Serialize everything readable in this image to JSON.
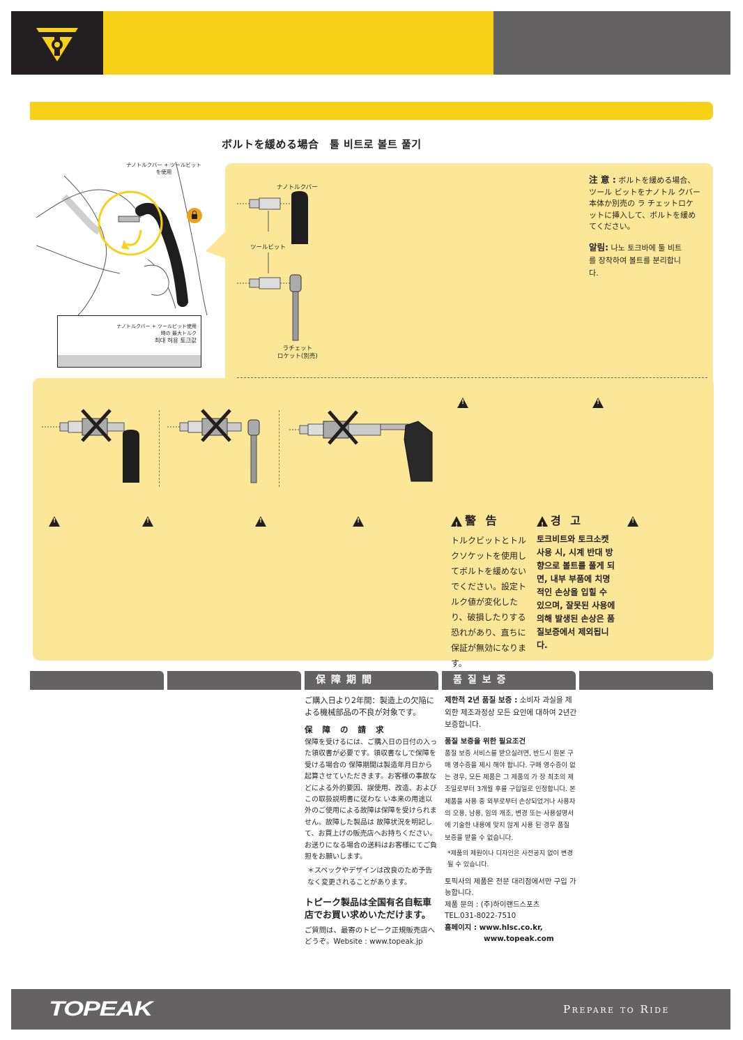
{
  "header": {
    "logo_icon": "topeak-logo-icon",
    "accent_color": "#f7d117",
    "dark_color": "#231f20",
    "gray_color": "#656263"
  },
  "section_heading": "ボルトを緩める場合　툴 비트로 볼트 풀기",
  "illustration": {
    "callout_label": "ナノトルクバー + ツールビットを使用",
    "torque_box": {
      "jp": "ナノトルクバー + ツールビット使用時の 最大トルク",
      "kr": "최대 허용 토크값"
    }
  },
  "diagram_labels": {
    "nano_bar": "ナノトルクバー",
    "tool_bit": "ツールビット",
    "ratchet_line1": "ラチェット",
    "ratchet_line2": "ロケット(別売)"
  },
  "notes": {
    "caution_jp_label": "注 意 :",
    "caution_jp_text": "ボルトを緩める場合、ツール ビットをナノトル クバー本体か別売の ラ チェットロケットに挿入して、ボルトを緩めてください。",
    "caution_kr_label": "알림:",
    "caution_kr_text": "나노 토크바에 툴 비트를 장착하여 볼트를 분리합니다."
  },
  "warnings": {
    "jp_title": "警 告",
    "jp_text": "トルクビットとトルクソケットを使用してボルトを緩めないでください。設定トルク値が変化したり、破損したりする恐れがあり、直ちに保証が無効になります。",
    "kr_title": "경 고",
    "kr_text": "토크비트와 토크소켓 사용 시, 시계 반대 방향으로 볼트를 풀게 되면, 내부 부품에 치명적인 손상을 입힐 수 있으며, 잘못된 사용에 의해 발생된 손상은 품질보증에서 제외됩니다."
  },
  "tabs": {
    "warranty_jp": "保障期間",
    "warranty_kr": "품질보증"
  },
  "warranty_jp": {
    "intro": "ご購入日より2年間：製造上の欠陥による機械部品の不良が対象です。",
    "claim_heading": "保 障 の 請 求",
    "claim_text": "保障を受けるには、ご購入日の日付の入った領収書が必要です。領収書なしで保障を受ける場合の 保障期間は製造年月日から起算させていただきます。お客様の事故などによる外的要因、誤使用、改造、およびこの取扱説明書に従わな い本来の用途以外のご使用による故障は保障を受けられません。故障した製品は 故障状況を明記して、お買上げの販売店へお持ちください。お送りになる場合の送料はお客様にてご負担をお願いします。",
    "spec_note": "＊スペックやデザインは改良のため予告なく変更されることがあります。",
    "shop_heading": "トピーク製品は全国有名自転車店でお買い求めいただけます。",
    "contact": "ご質問は、最寄のトピーク正規販売店へどうぞ。Website : www.topeak.jp"
  },
  "warranty_kr": {
    "intro_label": "제한적 2년 품질 보증 :",
    "intro_text": "소비자 과실을 제외한 제조과정상 모든 요인에 대하여 2년간 보증합니다.",
    "req_heading": "품질 보증을 위한 필요조건",
    "req_text": "품질 보증 서비스를 받으실려면, 반드시 원본 구매 영수증을 제시 해야 합니다. 구매 영수증이 없는 경우, 모든 제품은 그 제품의 가 장 최초의 제조일로부터 3개월 후를 구입일로 인정합니다. 본 제품을 사용 중 외부로부터 손상되었거나 사용자의 오용, 남용, 임의 개조, 변경 또는 사용설명서에 기술한 내용에 맞지 않게 사용 된 경우 품질 보증을 받을 수 없습니다.",
    "spec_note": "*제품의 제원이나 디자인은 사전공지 없이 변경될 수 있습니다.",
    "dealer": "토픽사의 제품은 전문 대리점에서만 구입 가능합니다.",
    "inquiry": "제품 문의 : (주)하이랜드스포츠",
    "tel": "TEL.031-8022-7510",
    "web_label": "홈페이지 :",
    "web1": "www.hlsc.co.kr,",
    "web2": "www.topeak.com"
  },
  "footer": {
    "brand": "TOPEAK",
    "slogan": "Prepare to Ride"
  }
}
